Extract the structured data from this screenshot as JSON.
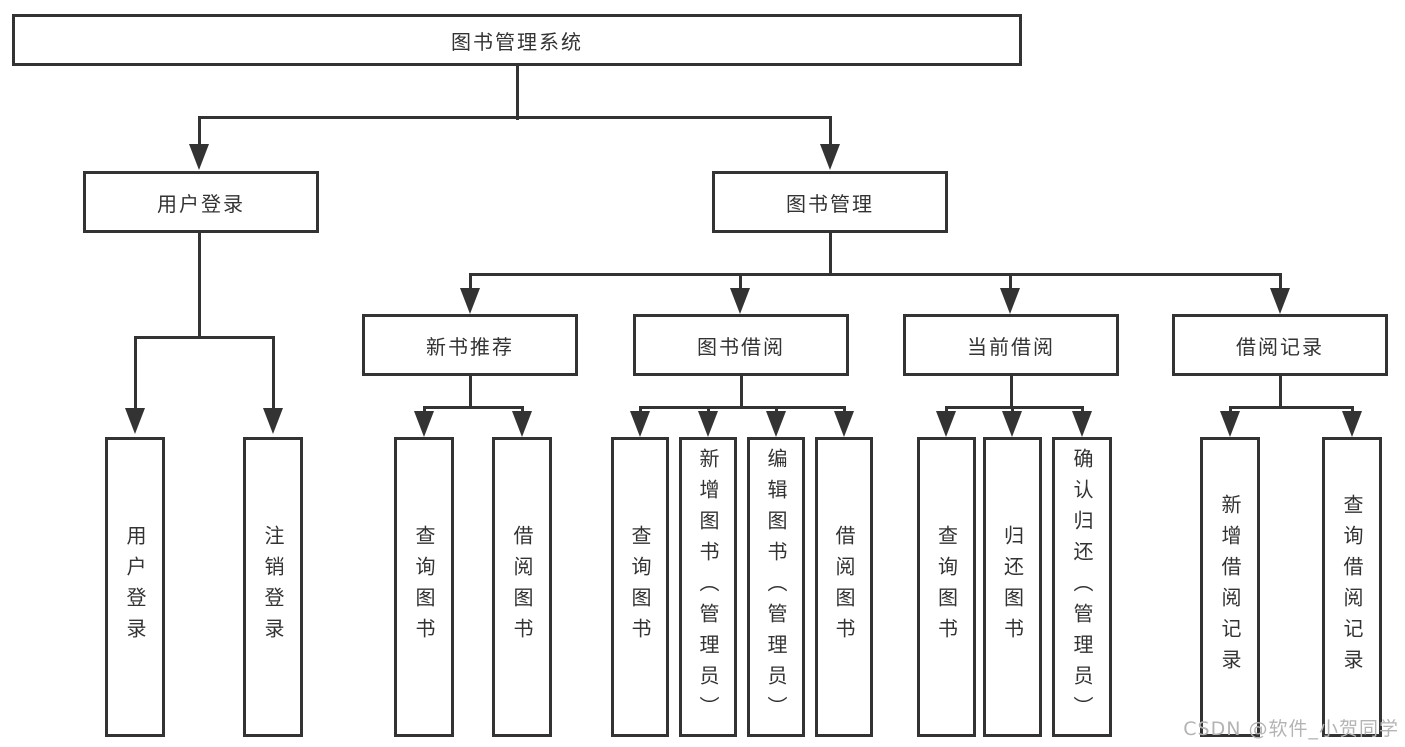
{
  "diagram": {
    "title": "图书管理系统",
    "level2": {
      "user_login": "用户登录",
      "book_management": "图书管理"
    },
    "user_login_children": {
      "login": "用户登录",
      "logout": "注销登录"
    },
    "modules": {
      "new_book": "新书推荐",
      "borrow": "图书借阅",
      "current": "当前借阅",
      "records": "借阅记录"
    },
    "new_book_children": {
      "query": "查询图书",
      "borrow": "借阅图书"
    },
    "borrow_children": {
      "query": "查询图书",
      "add": "新增图书（管理员）",
      "edit": "编辑图书（管理员）",
      "borrow": "借阅图书"
    },
    "current_children": {
      "query": "查询图书",
      "return": "归还图书",
      "confirm": "确认归还（管理员）"
    },
    "records_children": {
      "add": "新增借阅记录",
      "query": "查询借阅记录"
    }
  },
  "watermark": "CSDN @软件_小贺同学",
  "colors": {
    "line": "#333333",
    "background": "#ffffff",
    "watermark": "#b4b4b4"
  }
}
